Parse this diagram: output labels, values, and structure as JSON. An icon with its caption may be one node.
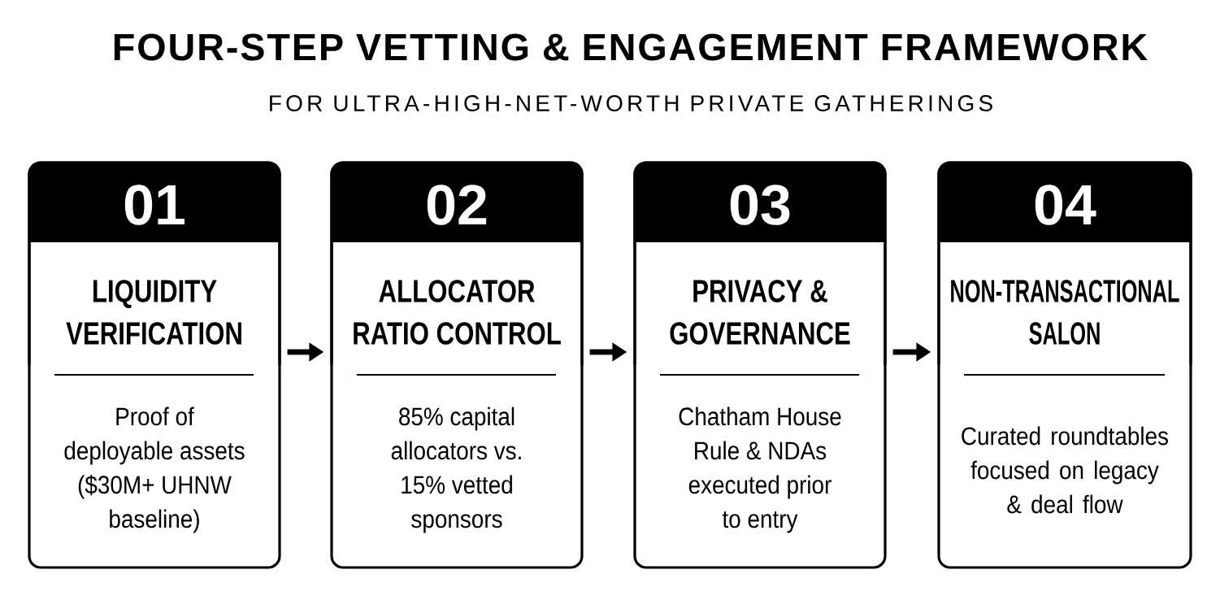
{
  "diagram": {
    "title": "FOUR-STEP VETTING & ENGAGEMENT FRAMEWORK",
    "nodes": [
      {
        "text": [
          "01",
          "LIQUIDITY VERIFICATION",
          "Proof of deployable assets ($30M+ UHNW baseline)"
        ]
      },
      {
        "text": [
          "02",
          "ALLOCATOR RATIO CONTROL",
          "85% capital allocators vs. 15% vetted sponsors"
        ]
      },
      {
        "text": [
          "03",
          "PRIVACY & GOVERNANCE",
          "Chatham House Rule & NDAs executed prior to entry"
        ]
      },
      {
        "text": [
          "04",
          "NON-TRANSACTIONAL SALON",
          "Curated roundtables focused on legacy & deal flow"
        ]
      }
    ],
    "edges": [
      {
        "from": 0,
        "to": 1,
        "arrow": "to"
      },
      {
        "from": 1,
        "to": 2,
        "arrow": "to"
      },
      {
        "from": 2,
        "to": 3,
        "arrow": "to"
      }
    ],
    "labels": [
      "FOR ULTRA-HIGH-NET-WORTH PRIVATE GATHERINGS"
    ]
  }
}
